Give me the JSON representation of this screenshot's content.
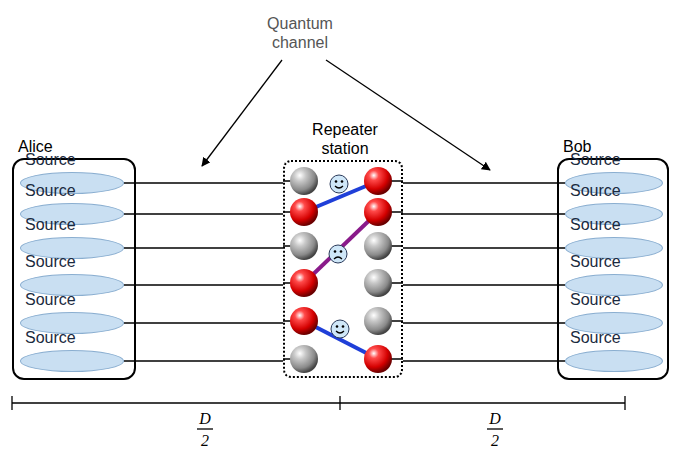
{
  "diagram": {
    "nodes": [
      {
        "text": [
          "Alice"
        ]
      },
      {
        "text": [
          "Source"
        ],
        "in": 0
      },
      {
        "text": [
          "Source"
        ],
        "in": 0
      },
      {
        "text": [
          "Source"
        ],
        "in": 0
      },
      {
        "text": [
          "Source"
        ],
        "in": 0
      },
      {
        "text": [
          "Source"
        ],
        "in": 0
      },
      {
        "text": [
          "Source"
        ],
        "in": 0
      },
      {
        "text": [
          "Repeater station"
        ]
      },
      {
        "text": [
          "Bob"
        ]
      },
      {
        "text": [
          "Source"
        ],
        "in": 8
      },
      {
        "text": [
          "Source"
        ],
        "in": 8
      },
      {
        "text": [
          "Source"
        ],
        "in": 8
      },
      {
        "text": [
          "Source"
        ],
        "in": 8
      },
      {
        "text": [
          "Source"
        ],
        "in": 8
      },
      {
        "text": [
          "Source"
        ],
        "in": 8
      }
    ],
    "edges": [
      {
        "from": 1,
        "to": 7,
        "arrow": "none"
      },
      {
        "from": 2,
        "to": 7,
        "arrow": "none"
      },
      {
        "from": 3,
        "to": 7,
        "arrow": "none"
      },
      {
        "from": 4,
        "to": 7,
        "arrow": "none"
      },
      {
        "from": 5,
        "to": 7,
        "arrow": "none"
      },
      {
        "from": 6,
        "to": 7,
        "arrow": "none"
      },
      {
        "from": 7,
        "to": 9,
        "arrow": "none"
      },
      {
        "from": 7,
        "to": 10,
        "arrow": "none"
      },
      {
        "from": 7,
        "to": 11,
        "arrow": "none"
      },
      {
        "from": 7,
        "to": 12,
        "arrow": "none"
      },
      {
        "from": 7,
        "to": 13,
        "arrow": "none"
      },
      {
        "from": 7,
        "to": 14,
        "arrow": "none"
      }
    ],
    "labels": [
      "Quantum channel",
      "D",
      "2",
      "D",
      "2"
    ]
  }
}
